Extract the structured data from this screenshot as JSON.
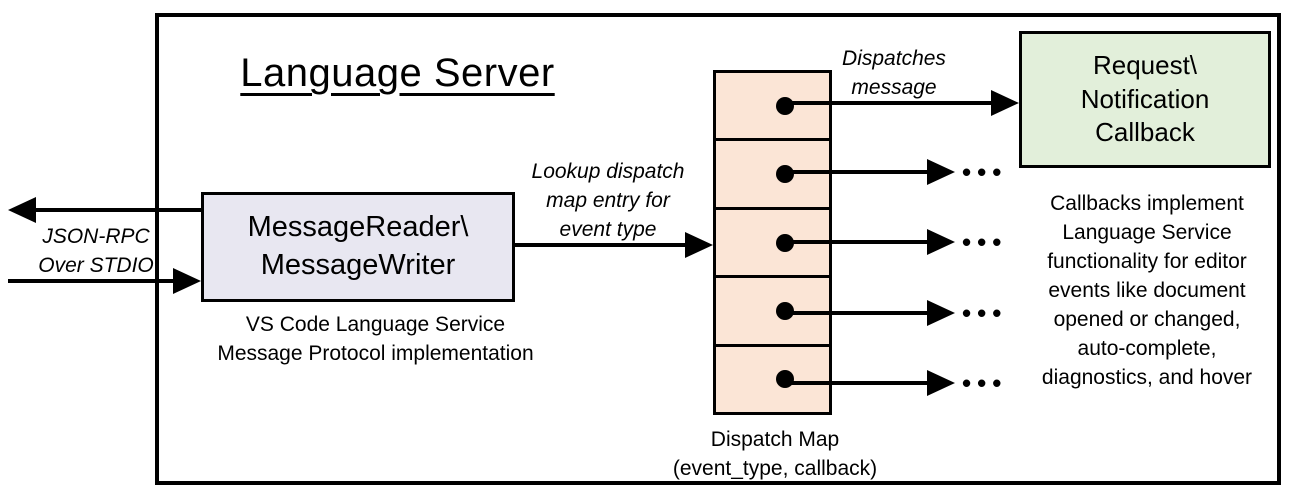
{
  "diagram": {
    "title": "Language Server",
    "colors": {
      "peach": "#FBE5D6",
      "lavender": "#E8E7F1",
      "green": "#E2EFDA",
      "stroke": "#000000"
    },
    "message_rw_box": {
      "line1": "MessageReader\\",
      "line2": "MessageWriter"
    },
    "message_rw_caption": {
      "line1": "VS Code Language Service",
      "line2": "Message Protocol implementation"
    },
    "stdio_label": {
      "line1": "JSON-RPC",
      "line2": "Over STDIO"
    },
    "lookup_label": {
      "line1": "Lookup dispatch",
      "line2": "map entry for",
      "line3": "event type"
    },
    "dispatches_label": {
      "line1": "Dispatches",
      "line2": "message"
    },
    "callback_box": {
      "line1": "Request\\",
      "line2": "Notification",
      "line3": "Callback"
    },
    "callbacks_caption": {
      "lines": [
        "Callbacks implement",
        "Language Service",
        "functionality for editor",
        "events like document",
        "opened or changed,",
        "auto-complete,",
        "diagnostics, and hover"
      ]
    },
    "dispatch_map_caption": {
      "line1": "Dispatch Map",
      "line2": "(event_type, callback)"
    },
    "ellipsis": "•••"
  }
}
